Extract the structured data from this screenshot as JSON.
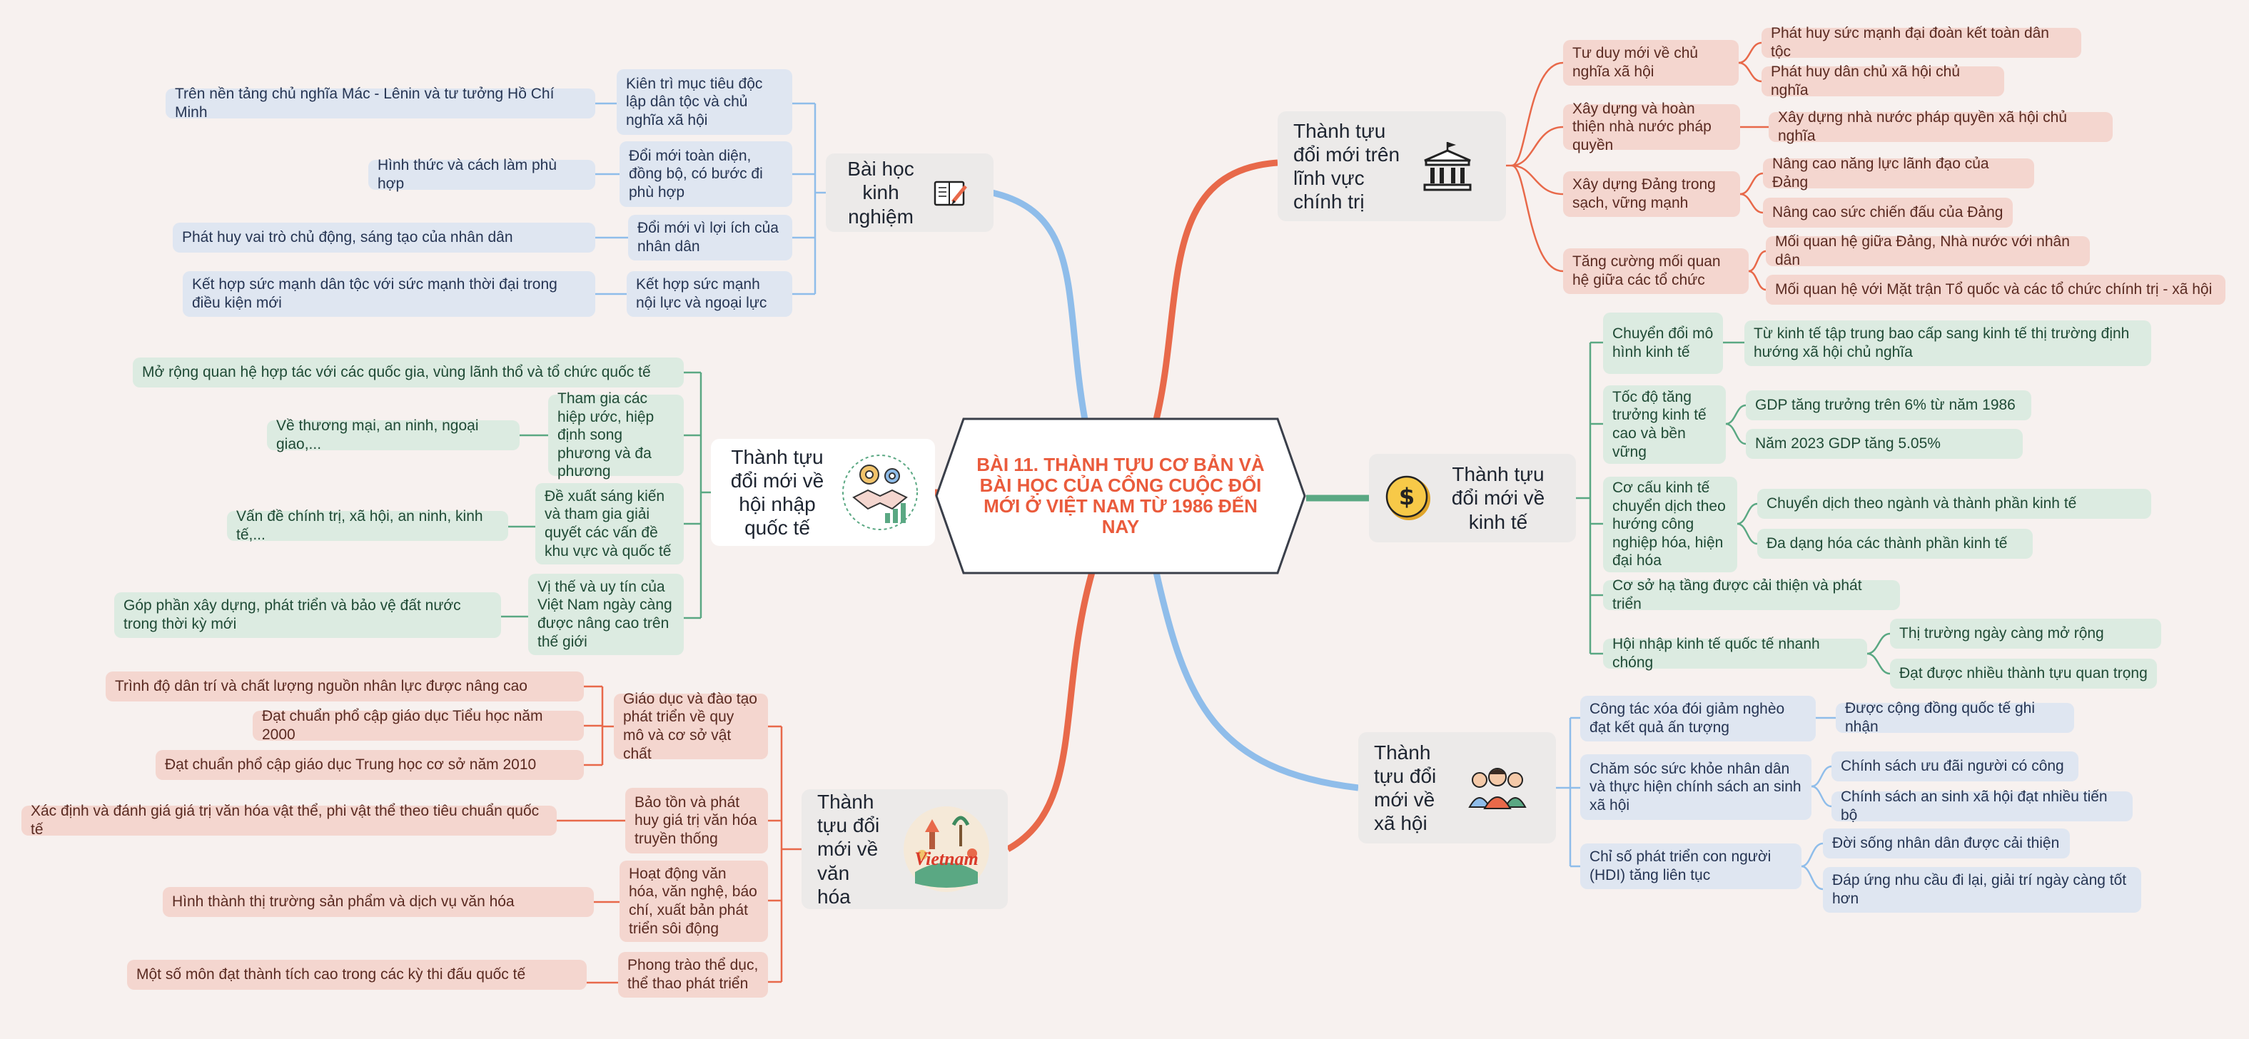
{
  "center": {
    "title": "BÀI 11. THÀNH TỰU CƠ BẢN VÀ BÀI HỌC CỦA CÔNG CUỘC ĐỔI MỚI Ở VIỆT NAM TỪ 1986 ĐẾN NAY"
  },
  "colors": {
    "blue": "#8fbdea",
    "orange": "#e8694a",
    "green": "#5aa883",
    "background": "#f7f1ef"
  },
  "icons": {
    "lessons": "book-pencil-icon",
    "politics": "government-building-icon",
    "economy": "dollar-coin-icon",
    "integration": "handshake-gears-chart-icon",
    "society": "people-group-icon",
    "culture": "vietnam-culture-icon"
  },
  "lessons": {
    "title": "Bài học kinh nghiệm",
    "items": [
      {
        "label": "Kiên trì mục tiêu độc lập dân tộc và chủ nghĩa xã hội",
        "details": [
          "Trên nền tảng chủ nghĩa Mác - Lênin và tư tưởng Hồ Chí Minh"
        ]
      },
      {
        "label": "Đổi mới toàn diện, đồng bộ, có bước đi phù hợp",
        "details": [
          "Hình thức và cách làm phù hợp"
        ]
      },
      {
        "label": "Đổi mới vì lợi ích của nhân dân",
        "details": [
          "Phát huy vai trò chủ động, sáng tạo của nhân dân"
        ]
      },
      {
        "label": "Kết hợp sức mạnh nội lực và ngoại lực",
        "details": [
          "Kết hợp sức mạnh dân tộc với sức mạnh thời đại trong điều kiện mới"
        ]
      }
    ]
  },
  "integration": {
    "title": "Thành tựu đổi mới về hội nhập quốc tế",
    "items": [
      {
        "label": "Mở rộng quan hệ hợp tác với các quốc gia, vùng lãnh thổ và tổ chức quốc tế",
        "details": []
      },
      {
        "label": "Tham gia các hiệp ước, hiệp định song phương và đa phương",
        "details": [
          "Về thương mại, an ninh, ngoại giao,..."
        ]
      },
      {
        "label": "Đề xuất sáng kiến và tham gia giải quyết các vấn đề khu vực và quốc tế",
        "details": [
          "Vấn đề chính trị, xã hội, an ninh, kinh tế,..."
        ]
      },
      {
        "label": "Vị thế và uy tín của Việt Nam ngày càng được nâng cao trên thế giới",
        "details": [
          "Góp phần xây dựng, phát triển và bảo vệ đất nước trong thời kỳ mới"
        ]
      }
    ]
  },
  "culture": {
    "title": "Thành tựu đổi mới về văn hóa",
    "items": [
      {
        "label": "Giáo dục và đào tạo phát triển về quy mô và cơ sở vật chất",
        "details": [
          "Trình độ dân trí và chất lượng nguồn nhân lực được nâng cao",
          "Đạt chuẩn phổ cập giáo dục Tiểu học năm 2000",
          "Đạt chuẩn phổ cập giáo dục Trung học cơ sở năm 2010"
        ]
      },
      {
        "label": "Bảo tồn và phát huy giá trị văn hóa truyền thống",
        "details": [
          "Xác định và đánh giá giá trị văn hóa vật thể, phi vật thể theo tiêu chuẩn quốc tế"
        ]
      },
      {
        "label": "Hoạt động văn hóa, văn nghệ, báo chí, xuất bản phát triển sôi động",
        "details": [
          "Hình thành thị trường sản phẩm và dịch vụ văn hóa"
        ]
      },
      {
        "label": "Phong trào thể dục, thể thao phát triển",
        "details": [
          "Một số môn đạt thành tích cao trong các kỳ thi đấu quốc tế"
        ]
      }
    ]
  },
  "politics": {
    "title": "Thành tựu đổi mới trên lĩnh vực chính trị",
    "items": [
      {
        "label": "Tư duy mới về chủ nghĩa xã hội",
        "details": [
          "Phát huy sức mạnh đại đoàn kết toàn dân tộc",
          "Phát huy dân chủ xã hội chủ nghĩa"
        ]
      },
      {
        "label": "Xây dựng và hoàn thiện nhà nước pháp quyền",
        "details": [
          "Xây dựng nhà nước pháp quyền xã hội chủ nghĩa"
        ]
      },
      {
        "label": "Xây dựng Đảng trong sạch, vững mạnh",
        "details": [
          "Nâng cao năng lực lãnh đạo của Đảng",
          "Nâng cao sức chiến đấu của Đảng"
        ]
      },
      {
        "label": "Tăng cường mối quan hệ giữa các tổ chức",
        "details": [
          "Mối quan hệ giữa Đảng, Nhà nước với nhân dân",
          "Mối quan hệ với Mặt trận Tổ quốc và các tổ chức chính trị - xã hội"
        ]
      }
    ]
  },
  "economy": {
    "title": "Thành tựu đổi mới về kinh tế",
    "items": [
      {
        "label": "Chuyển đổi mô hình kinh tế",
        "details": [
          "Từ kinh tế tập trung bao cấp sang kinh tế thị trường định hướng xã hội chủ nghĩa"
        ]
      },
      {
        "label": "Tốc độ tăng trưởng kinh tế cao và bền vững",
        "details": [
          "GDP tăng trưởng trên 6% từ năm 1986",
          "Năm 2023 GDP tăng 5.05%"
        ]
      },
      {
        "label": "Cơ cấu kinh tế chuyển dịch theo hướng công nghiệp hóa, hiện đại hóa",
        "details": [
          "Chuyển dịch theo ngành và thành phần kinh tế",
          "Đa dạng hóa các thành phần kinh tế"
        ]
      },
      {
        "label": "Cơ sở hạ tầng được cải thiện và phát triển",
        "details": []
      },
      {
        "label": "Hội nhập kinh tế quốc tế nhanh chóng",
        "details": [
          "Thị trường ngày càng mở rộng",
          "Đạt được nhiều thành tựu quan trọng"
        ]
      }
    ]
  },
  "society": {
    "title": "Thành tựu đổi mới về xã hội",
    "items": [
      {
        "label": "Công tác xóa đói giảm nghèo đạt kết quả ấn tượng",
        "details": [
          "Được cộng đồng quốc tế ghi nhận"
        ]
      },
      {
        "label": "Chăm sóc sức khỏe nhân dân và thực hiện chính sách an sinh xã hội",
        "details": [
          "Chính sách ưu đãi người có công",
          "Chính sách an sinh xã hội đạt nhiều tiến bộ"
        ]
      },
      {
        "label": "Chỉ số phát triển con người (HDI) tăng liên tục",
        "details": [
          "Đời sống nhân dân được cải thiện",
          "Đáp ứng nhu cầu đi lại, giải trí ngày càng tốt hơn"
        ]
      }
    ]
  }
}
